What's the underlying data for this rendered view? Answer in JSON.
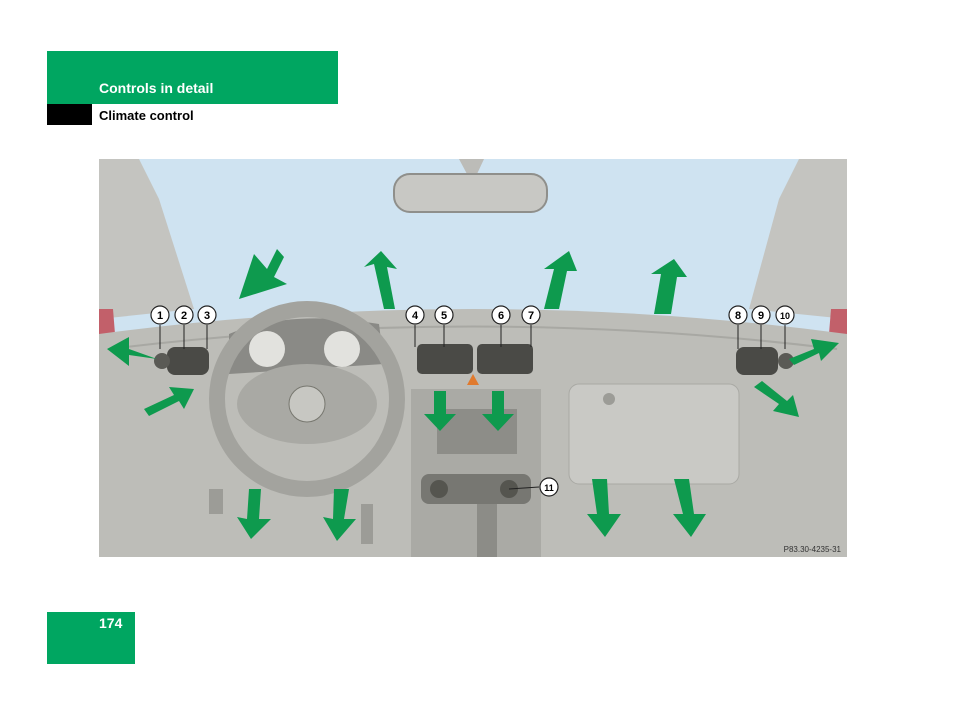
{
  "header": {
    "section_title": "Controls in detail",
    "subsection_title": "Climate control"
  },
  "figure": {
    "vent_numbers": [
      "1",
      "2",
      "3",
      "4",
      "5",
      "6",
      "7",
      "8",
      "9",
      "10",
      "11"
    ],
    "reference_code": "P83.30-4235-31"
  },
  "footer": {
    "page_number": "174"
  },
  "colors": {
    "brand_green": "#00a661",
    "arrow_green": "#0e9a4e",
    "sky": "#cfe3f1",
    "dash_grey": "#bdbdb8"
  }
}
